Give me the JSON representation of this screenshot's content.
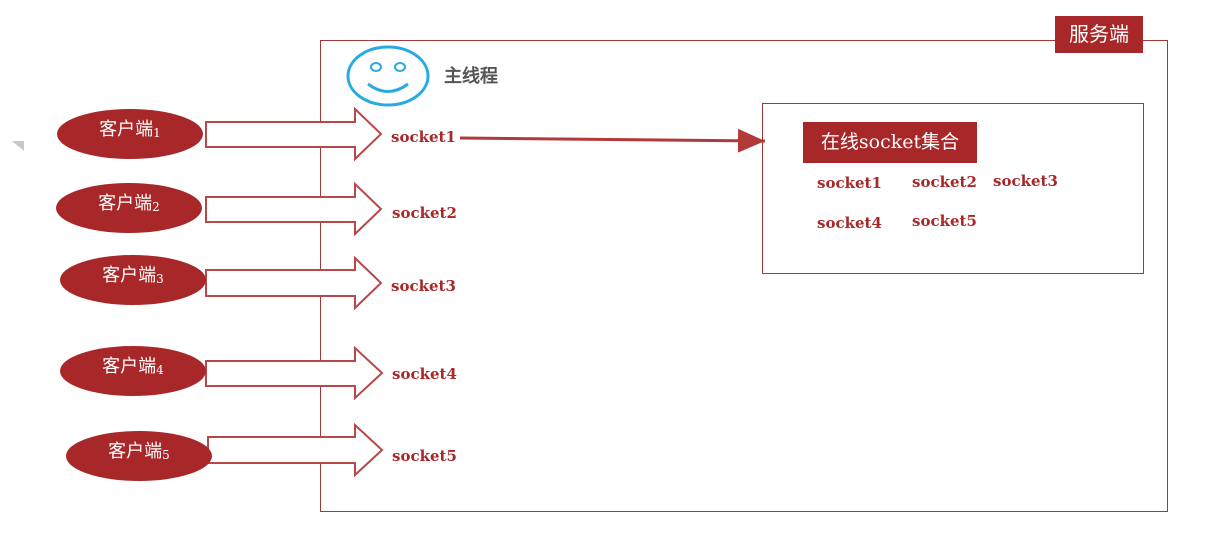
{
  "server": {
    "label": "服务端"
  },
  "main_thread": {
    "label": "主线程"
  },
  "online_set": {
    "title": "在线socket集合",
    "items": [
      "socket1",
      "socket2",
      "socket3",
      "socket4",
      "socket5"
    ]
  },
  "clients": [
    {
      "name": "客户端",
      "num": "1",
      "socket": "socket1"
    },
    {
      "name": "客户端",
      "num": "2",
      "socket": "socket2"
    },
    {
      "name": "客户端",
      "num": "3",
      "socket": "socket3"
    },
    {
      "name": "客户端",
      "num": "4",
      "socket": "socket4"
    },
    {
      "name": "客户端",
      "num": "5",
      "socket": "socket5"
    }
  ],
  "colors": {
    "accent": "#a8282a",
    "border": "#a33a3a",
    "smiley": "#29abe2"
  },
  "icons": {
    "main_thread": "smiley-face-icon",
    "connection": "block-arrow-icon"
  }
}
